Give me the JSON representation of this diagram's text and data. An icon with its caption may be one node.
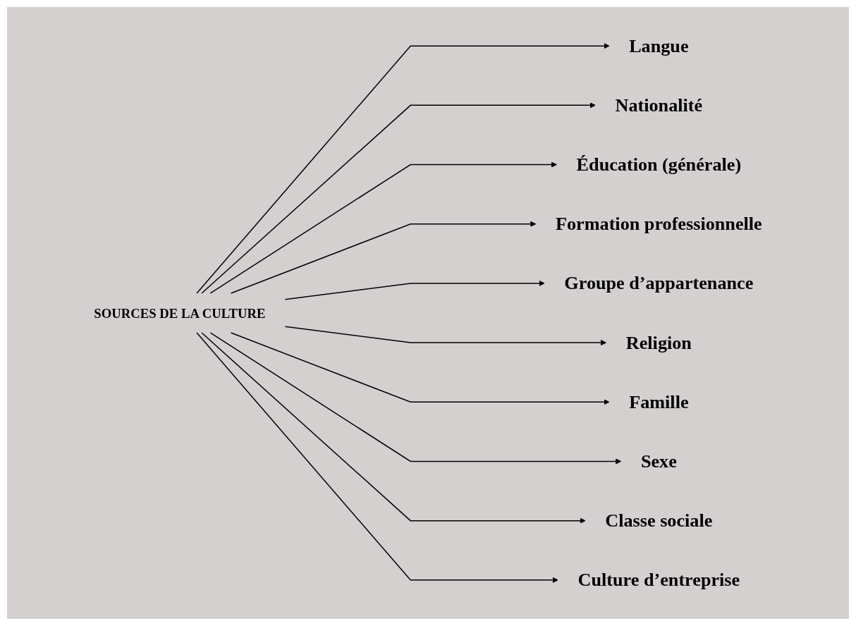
{
  "diagram": {
    "nodes": [
      {
        "text": [
          "SOURCES DE LA CULTURE"
        ]
      },
      {
        "text": [
          "Langue"
        ]
      },
      {
        "text": [
          "Nationalité"
        ]
      },
      {
        "text": [
          "Éducation (générale)"
        ]
      },
      {
        "text": [
          "Formation professionnelle"
        ]
      },
      {
        "text": [
          "Groupe d’appartenance"
        ]
      },
      {
        "text": [
          "Religion"
        ]
      },
      {
        "text": [
          "Famille"
        ]
      },
      {
        "text": [
          "Sexe"
        ]
      },
      {
        "text": [
          "Classe sociale"
        ]
      },
      {
        "text": [
          "Culture d’entreprise"
        ]
      }
    ],
    "edges": [
      {
        "from": 0,
        "to": 1,
        "arrow": "to"
      },
      {
        "from": 0,
        "to": 2,
        "arrow": "to"
      },
      {
        "from": 0,
        "to": 3,
        "arrow": "to"
      },
      {
        "from": 0,
        "to": 4,
        "arrow": "to"
      },
      {
        "from": 0,
        "to": 5,
        "arrow": "to"
      },
      {
        "from": 0,
        "to": 6,
        "arrow": "to"
      },
      {
        "from": 0,
        "to": 7,
        "arrow": "to"
      },
      {
        "from": 0,
        "to": 8,
        "arrow": "to"
      },
      {
        "from": 0,
        "to": 9,
        "arrow": "to"
      },
      {
        "from": 0,
        "to": 10,
        "arrow": "to"
      }
    ]
  }
}
